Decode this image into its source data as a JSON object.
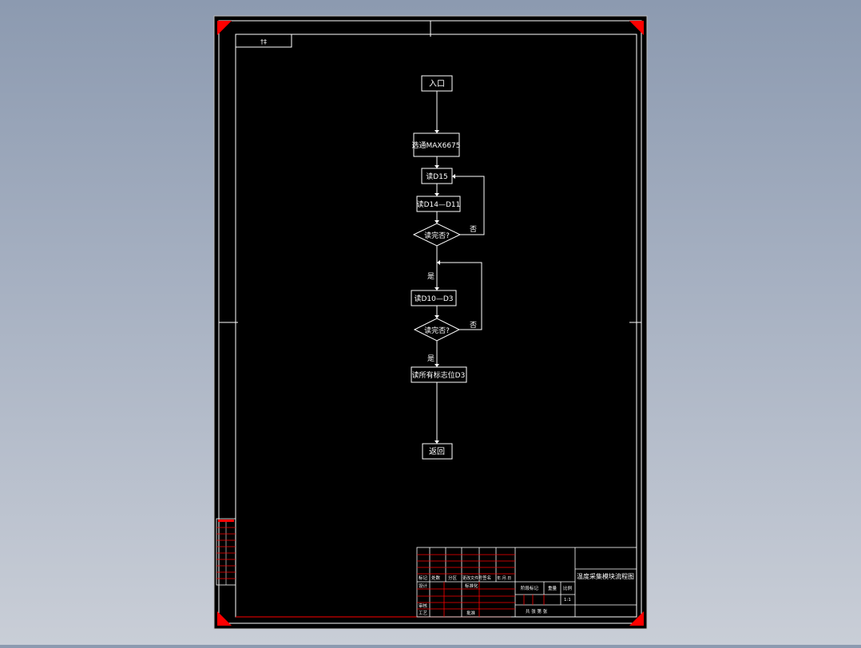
{
  "colors": {
    "background": "#97a3b6",
    "sheet": "#000000",
    "line": "#ffffff",
    "corner_mark": "#ff0000",
    "table_line_red": "#ff0000"
  },
  "drawing": {
    "top_left_tag": "†‡",
    "nodes": {
      "start": "入口",
      "select_chip": "选通MAX6675",
      "read_d15": "读D15",
      "read_d14_d11": "读D14—D11",
      "check1": "读完否?",
      "read_d10_d3": "读D10—D3",
      "check2": "读完否?",
      "read_data": "读所有标志位D3",
      "return": "返回"
    },
    "edge_labels": {
      "no1": "否",
      "yes1": "是",
      "no2": "否",
      "yes2": "是"
    }
  },
  "title_block": {
    "drawing_title": "温度采集模块流程图",
    "header_cells": [
      "标记",
      "处数",
      "分区",
      "更改文件号",
      "签名",
      "年.月.日"
    ],
    "row_design": "设计",
    "row_standard": "标准化",
    "row_review": "审核",
    "row_process": "工艺",
    "row_approve": "批准",
    "stage_mark": "阶段标记",
    "weight": "重量",
    "scale": "比例",
    "scale_value": "1:1",
    "sheets": "共    张 第    张"
  }
}
